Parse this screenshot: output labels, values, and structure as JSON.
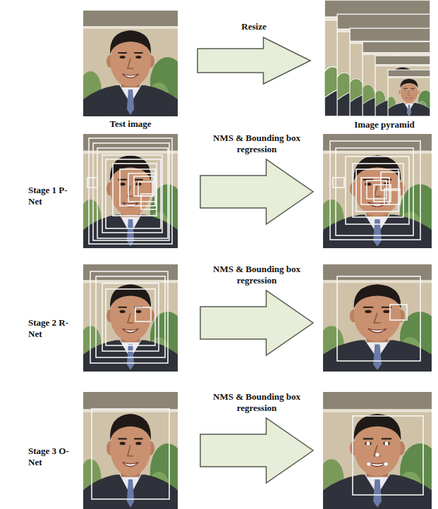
{
  "diagram": {
    "nodes": [
      {
        "text": [
          "Resize"
        ]
      },
      {
        "text": [
          "NMS & Bounding box regression"
        ]
      },
      {
        "text": [
          "NMS & Bounding box regression"
        ]
      },
      {
        "text": [
          "NMS & Bounding box regression"
        ]
      }
    ],
    "labels": [
      "Test image",
      "Image pyramid",
      "Stage 1 P-Net",
      "Stage 2 R-Net",
      "Stage 3 O-Net"
    ]
  }
}
